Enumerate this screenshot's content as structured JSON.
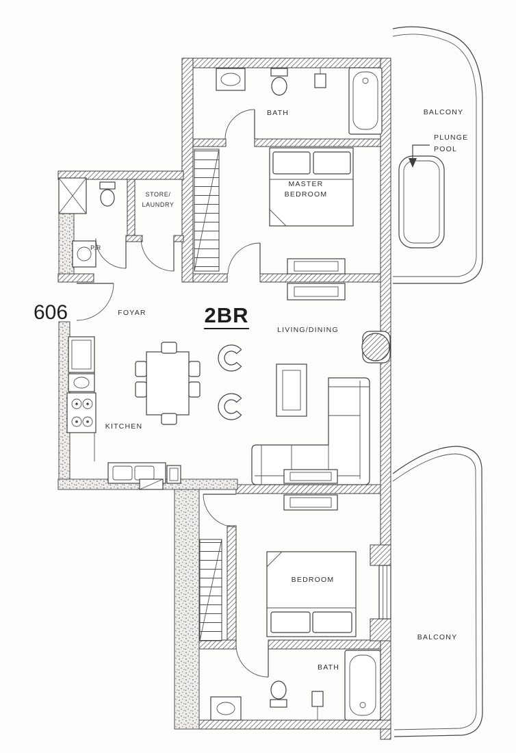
{
  "unit": {
    "number": "606",
    "type_label": "2BR"
  },
  "labels": {
    "bath_top": "BATH",
    "balcony_top": "BALCONY",
    "plunge_pool_line1": "PLUNGE",
    "plunge_pool_line2": "POOL",
    "master_bedroom_line1": "MASTER",
    "master_bedroom_line2": "BEDROOM",
    "store_laundry_line1": "STORE/",
    "store_laundry_line2": "LAUNDRY",
    "powder_room": "P.R",
    "foyer": "FOYAR",
    "living_dining": "LIVING/DINING",
    "kitchen": "KITCHEN",
    "bedroom": "BEDROOM",
    "bath_bottom": "BATH",
    "balcony_bottom": "BALCONY"
  },
  "colors": {
    "line": "#404040",
    "text": "#2e2e2e",
    "paper": "#fdfdfc"
  }
}
